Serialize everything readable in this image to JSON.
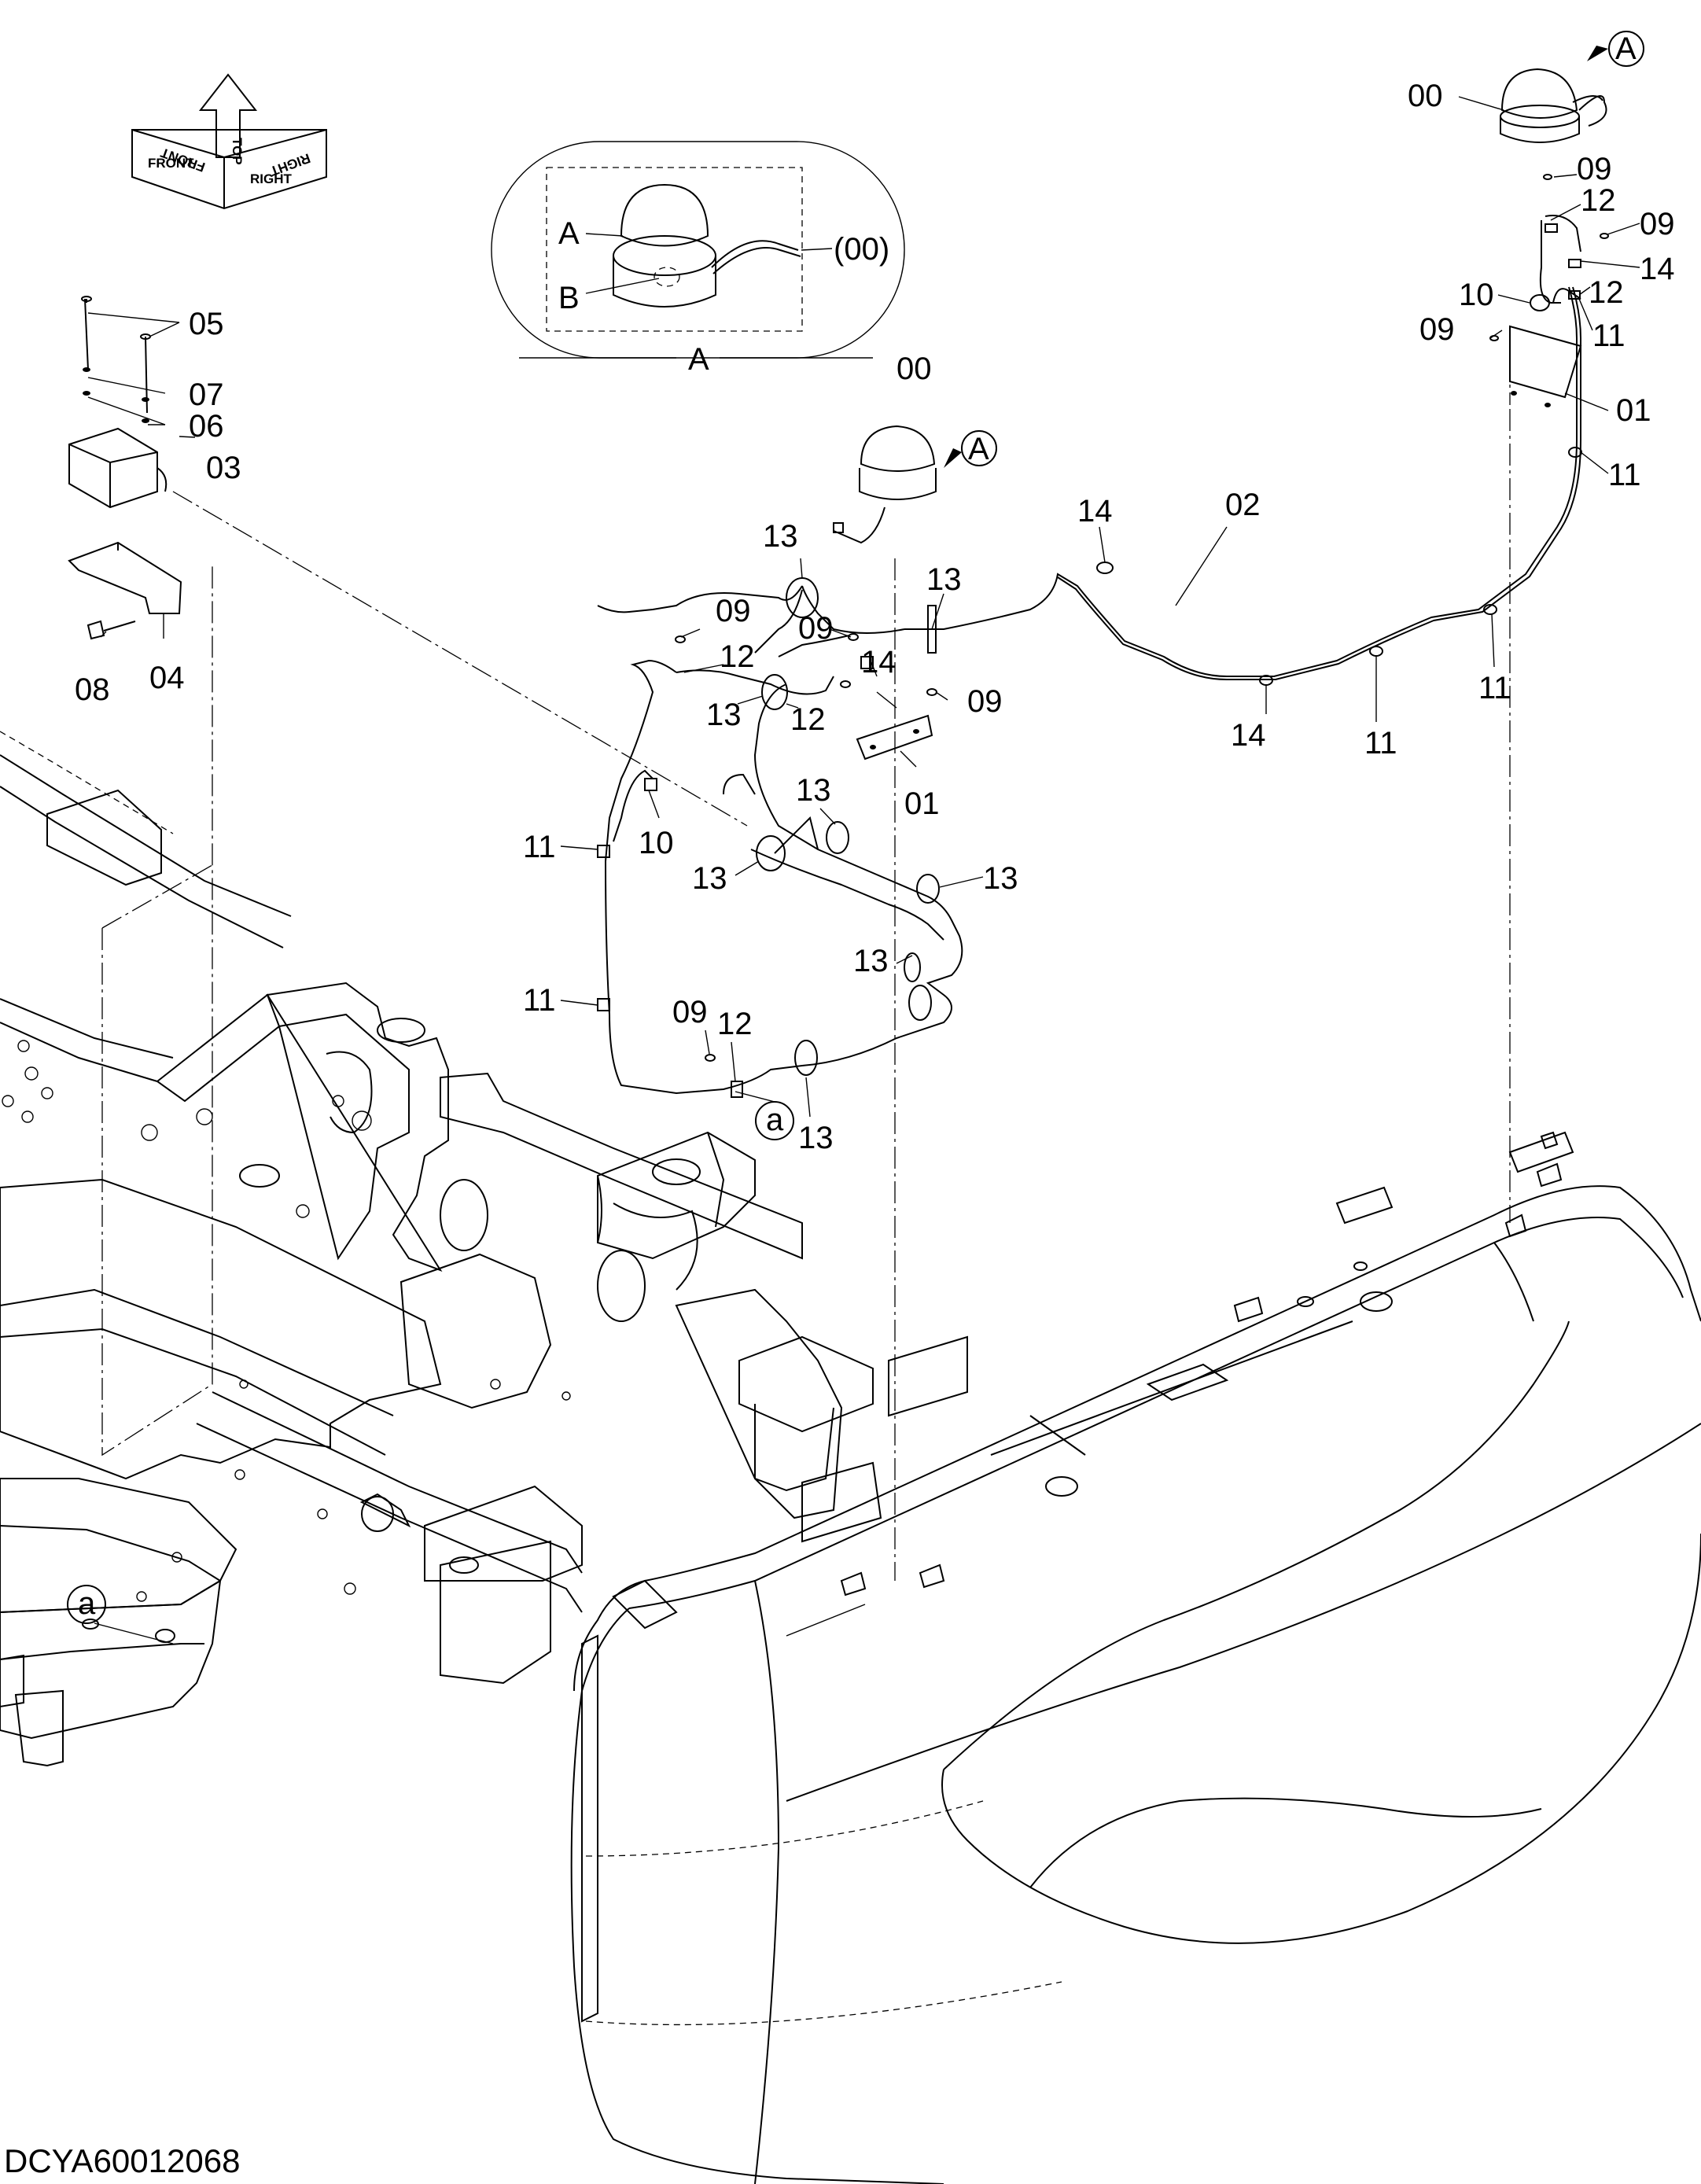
{
  "drawing_code": "DCYA60012068",
  "orientation": {
    "top": "TOP",
    "front": "FRONT",
    "right": "RIGHT",
    "front_mirror": "FRONT",
    "right_mirror": "RIGHT"
  },
  "detail": {
    "ref": "A",
    "label_a": "A",
    "label_b": "B",
    "label_00": "(00)"
  },
  "callouts": {
    "p00_right": "00",
    "p00_mid": "00",
    "pA_right": "A",
    "pA_mid": "A",
    "p09_r1": "09",
    "p12_r1": "12",
    "p09_r2": "09",
    "p14_r": "14",
    "p10_r": "10",
    "p12_r2": "12",
    "p09_r3": "09",
    "p11_r1": "11",
    "p01_r": "01",
    "p11_r2": "11",
    "p05": "05",
    "p07": "07",
    "p06": "06",
    "p03": "03",
    "p08": "08",
    "p04": "04",
    "p13_a": "13",
    "p13_b": "13",
    "p14_mid": "14",
    "p02": "02",
    "p09_m1": "09",
    "p09_m2": "09",
    "p14_m2": "14",
    "p12_m1": "12",
    "p13_c": "13",
    "p12_m2": "12",
    "p09_m3": "09",
    "p01_m": "01",
    "p14_low": "14",
    "p11_low1": "11",
    "p11_low2": "11",
    "p11_l1": "11",
    "p10_l": "10",
    "p13_d": "13",
    "p13_e": "13",
    "p13_f": "13",
    "p13_g": "13",
    "p11_l2": "11",
    "p09_l": "09",
    "p12_l": "12",
    "pa_top": "a",
    "p13_h": "13",
    "pa_bottom": "a"
  }
}
